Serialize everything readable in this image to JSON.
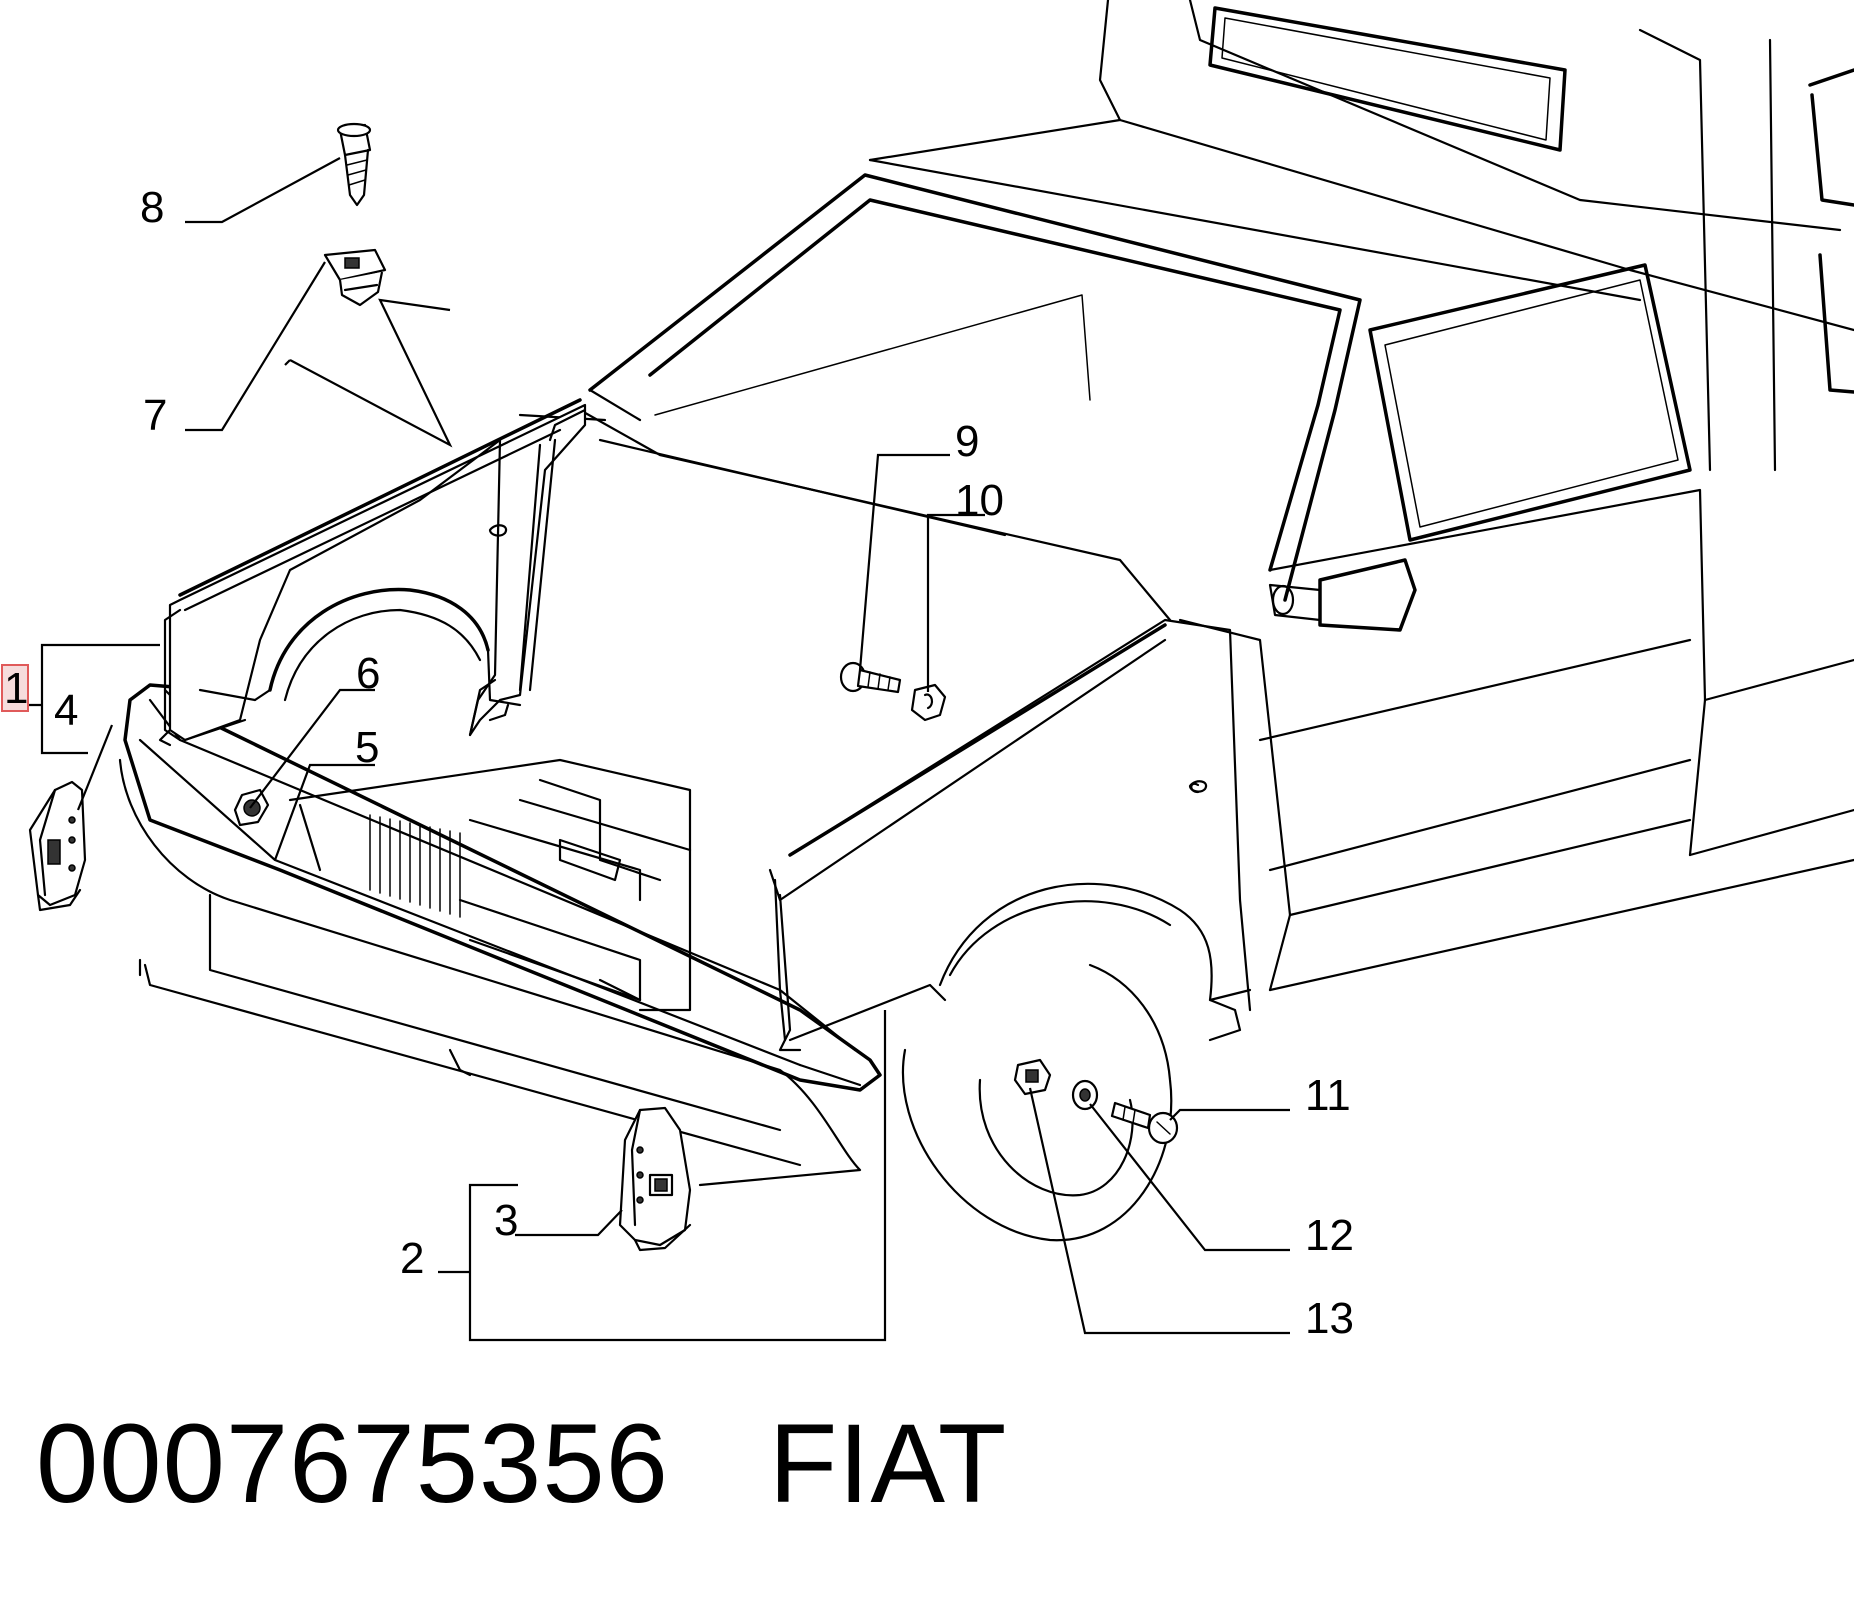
{
  "callouts": {
    "c1": "1",
    "c2": "2",
    "c3": "3",
    "c4": "4",
    "c5": "5",
    "c6": "6",
    "c7": "7",
    "c8": "8",
    "c9": "9",
    "c10": "10",
    "c11": "11",
    "c12": "12",
    "c13": "13"
  },
  "highlight_color": "#e05a5a",
  "footer": {
    "part_number": "0007675356",
    "brand": "FIAT"
  }
}
